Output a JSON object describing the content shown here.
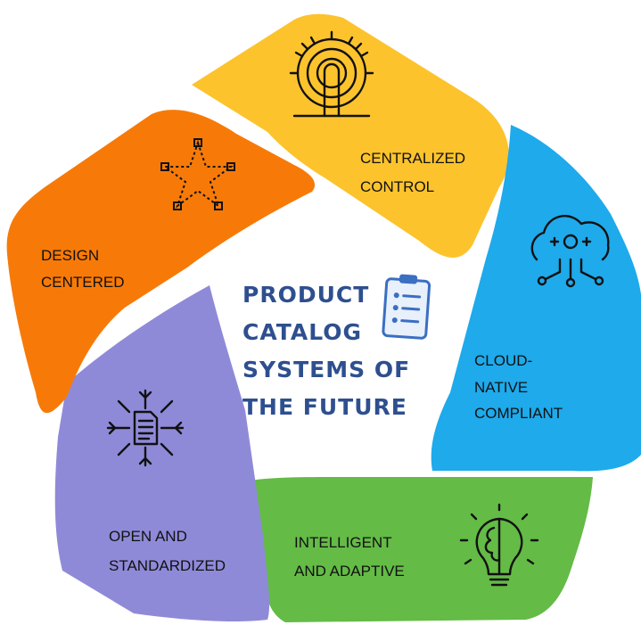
{
  "colors": {
    "yellow": "#fcc32d",
    "blue": "#1eaaeb",
    "green": "#64bb46",
    "purple": "#8f8ad8",
    "orange": "#f77a08",
    "title": "#2e4f8f",
    "clipboard": "#3a6fc2"
  },
  "center": {
    "title_lines": [
      "PRODUCT",
      "CATALOG",
      "SYSTEMS OF",
      "THE FUTURE"
    ],
    "icon": "clipboard-checklist-icon"
  },
  "segments": [
    {
      "id": "centralized-control",
      "label_lines": [
        "CENTRALIZED",
        "CONTROL"
      ],
      "color": "#fcc32d",
      "icon": "ferris-wheel-icon"
    },
    {
      "id": "cloud-native-compliant",
      "label_lines": [
        "CLOUD-",
        "NATIVE",
        "COMPLIANT"
      ],
      "color": "#1eaaeb",
      "icon": "cloud-circuit-icon"
    },
    {
      "id": "intelligent-and-adaptive",
      "label_lines": [
        "INTELLIGENT",
        "AND ADAPTIVE"
      ],
      "color": "#64bb46",
      "icon": "brain-bulb-icon"
    },
    {
      "id": "open-and-standardized",
      "label_lines": [
        "OPEN AND",
        "STANDARDIZED"
      ],
      "color": "#8f8ad8",
      "icon": "document-snowflake-icon"
    },
    {
      "id": "design-centered",
      "label_lines": [
        "DESIGN",
        "CENTERED"
      ],
      "color": "#f77a08",
      "icon": "star-nodes-icon"
    }
  ]
}
